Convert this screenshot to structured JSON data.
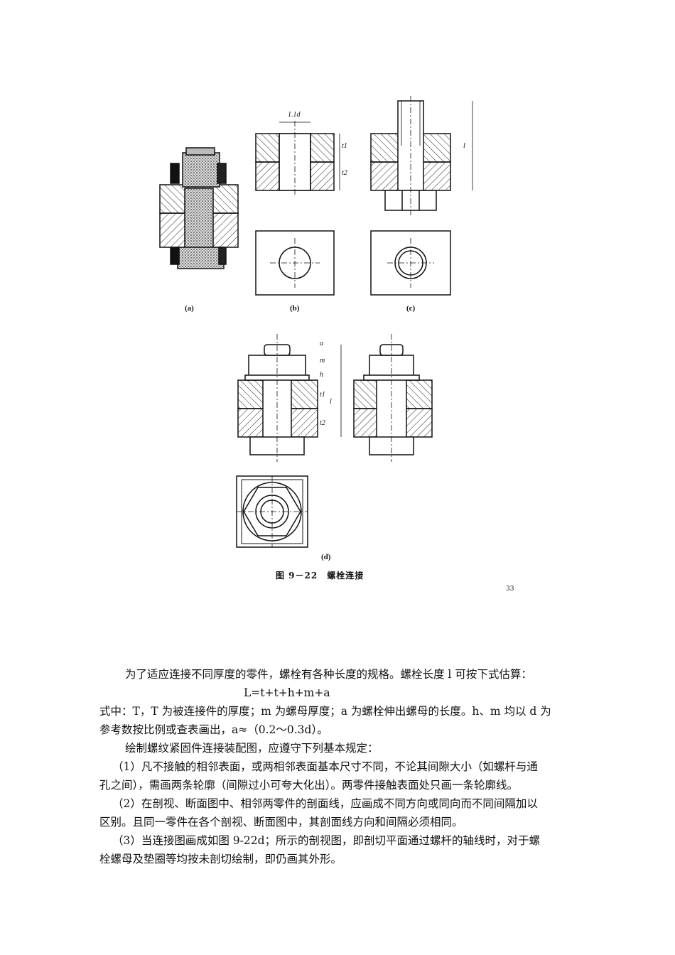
{
  "figure": {
    "labels": {
      "a": "(a)",
      "b": "(b)",
      "c": "(c)",
      "d": "(d)"
    },
    "dims": {
      "b_width": "1.1d",
      "t1": "t1",
      "t2": "t2",
      "l": "l",
      "a": "a",
      "m": "m",
      "h": "h"
    },
    "caption": "图 9－22　螺栓连接",
    "page_mark": "33"
  },
  "text": {
    "p1": "为了适应连接不同厚度的零件，螺栓有各种长度的规格。螺栓长度 l 可按下式估算：",
    "formula": "L=t+t+h+m+a",
    "p2a": "式中：T，T 为被连接件的厚度；m 为螺母厚度；a 为螺栓伸出螺母的长度。h、m 均以 d 为",
    "p2b": "参考数按比例或查表画出，a≈（0.2～0.3d）。",
    "p3": "绘制螺纹紧固件连接装配图，应遵守下列基本规定：",
    "r1a": "（1）凡不接触的相邻表面，或两相邻表面基本尺寸不同，不论其间隙大小（如螺杆与通",
    "r1b": "孔之间），需画两条轮廓（间隙过小可夸大化出）。两零件接触表面处只画一条轮廓线。",
    "r2a": "（2）在剖视、断面图中、相邻两零件的剖面线，应画成不同方向或同向而不同间隔加以",
    "r2b": "区别。且同一零件在各个剖视、断面图中，其剖面线方向和间隔必须相同。",
    "r3a": "（3）当连接图画成如图 9-22d；所示的剖视图，即剖切平面通过螺杆的轴线时，对于螺",
    "r3b": "栓螺母及垫圈等均按未剖切绘制，即仍画其外形。"
  }
}
